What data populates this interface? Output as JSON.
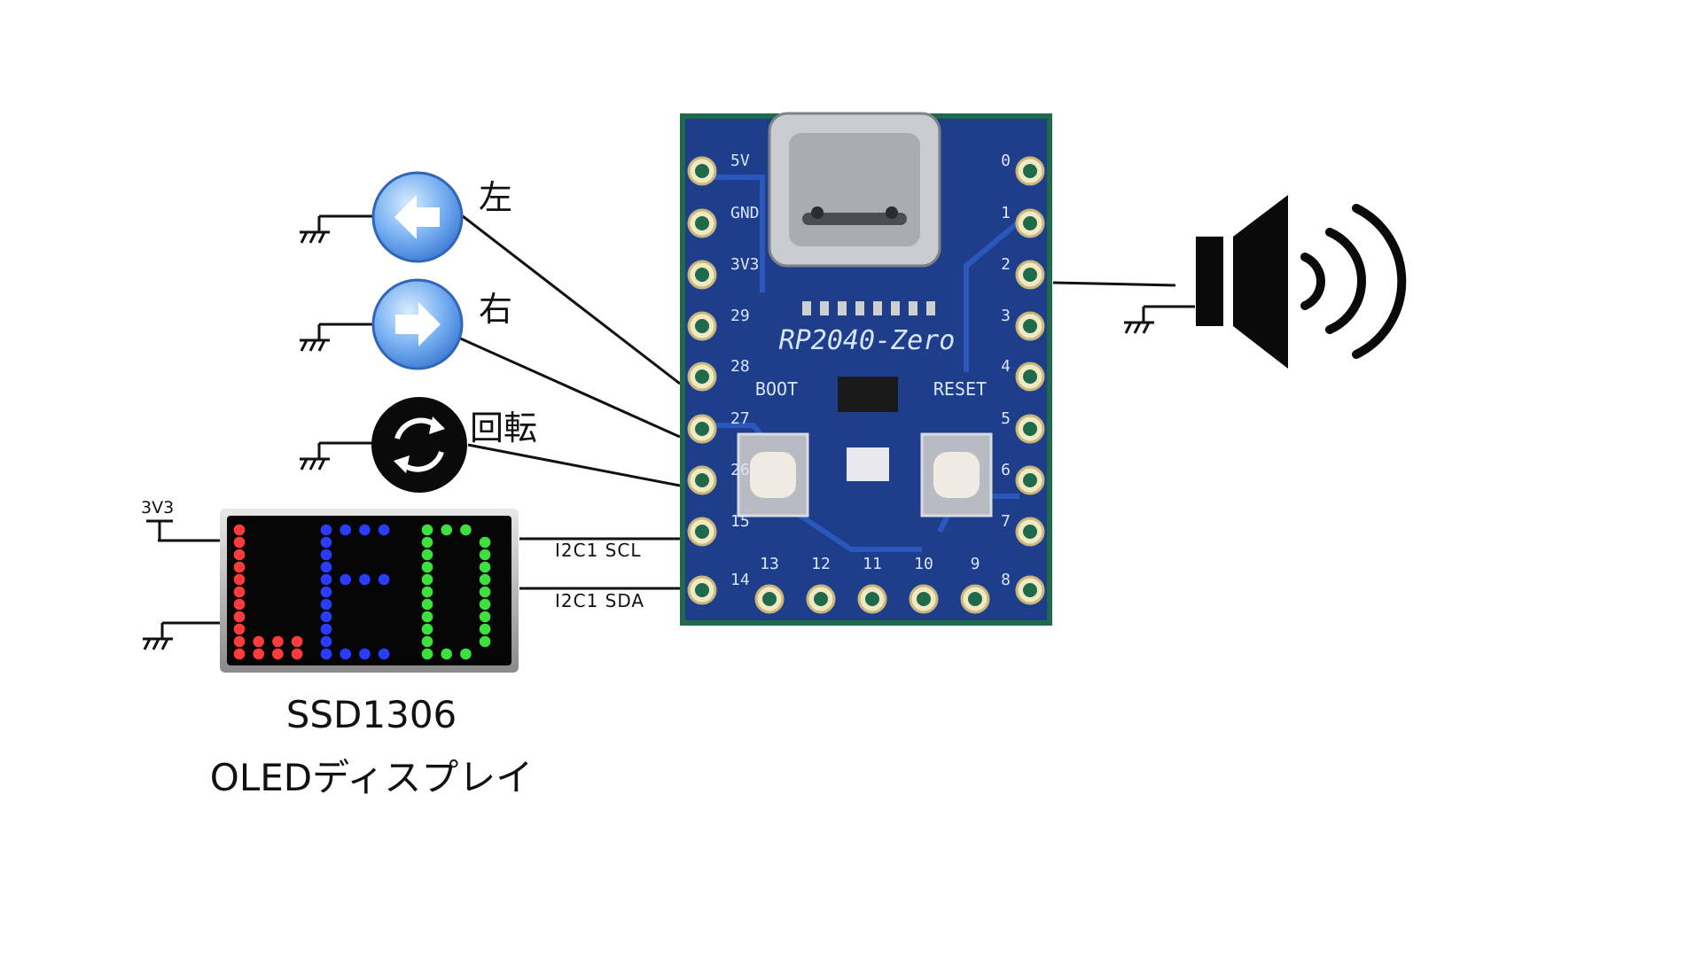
{
  "buttons": {
    "left_label": "左",
    "right_label": "右",
    "rotate_label": "回転"
  },
  "display": {
    "power_label": "3V3",
    "panel_text": "LED",
    "scl_label": "I2C1 SCL",
    "sda_label": "I2C1 SDA",
    "caption_line1": "SSD1306",
    "caption_line2": "OLEDディスプレイ"
  },
  "board": {
    "name": "RP2040-Zero",
    "boot_label": "BOOT",
    "reset_label": "RESET",
    "left_pins": [
      "5V",
      "GND",
      "3V3",
      "29",
      "28",
      "27",
      "26",
      "15",
      "14"
    ],
    "right_pins": [
      "0",
      "1",
      "2",
      "3",
      "4",
      "5",
      "6",
      "7",
      "8"
    ],
    "bottom_pins": [
      "13",
      "12",
      "11",
      "10",
      "9"
    ]
  },
  "colors": {
    "pcb": "#1e3e8c",
    "button_blue": "#6aa6f0",
    "wire": "#111111",
    "led_red": "#ff3b3b",
    "led_blue": "#2a3cff",
    "led_green": "#3ee03e"
  }
}
